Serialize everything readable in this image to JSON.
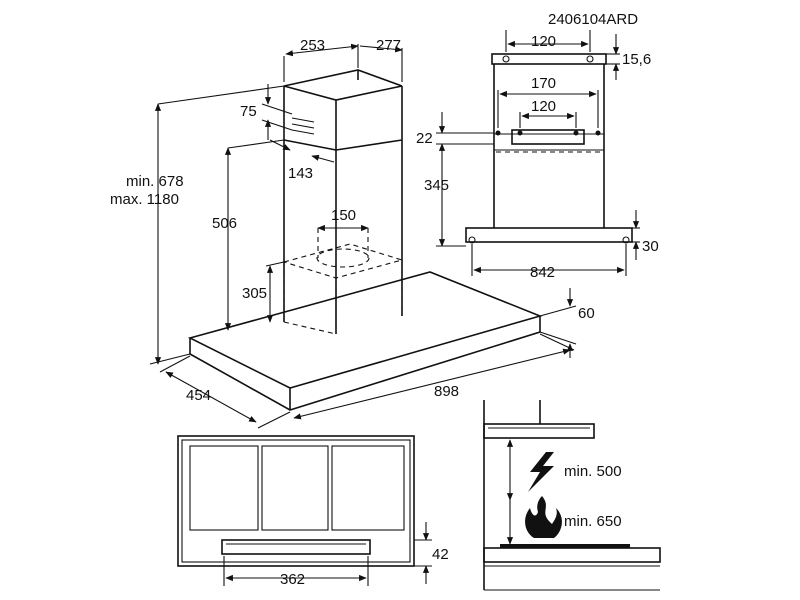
{
  "reference_code": "2406104ARD",
  "main_view": {
    "chimney_depth": "253",
    "chimney_width": "277",
    "vent_height": "75",
    "vent_offset": "143",
    "height_range_min": "min. 678",
    "height_range_max": "max. 1180",
    "inner_chimney_height": "506",
    "duct_diameter": "150",
    "filter_box_height": "305",
    "canopy_thickness": "60",
    "canopy_depth": "454",
    "canopy_width": "898"
  },
  "bracket_view": {
    "top_hole_spacing": "120",
    "top_hole_offset": "15,6",
    "outer_hole_spacing": "170",
    "inner_hole_spacing": "120",
    "bracket_offset": "22",
    "bracket_drop": "345",
    "hole_offset_right": "30",
    "mount_width": "842"
  },
  "bottom_view": {
    "filter_panel_height": "42",
    "filter_panel_width": "362"
  },
  "clearance_view": {
    "electric_hob_clearance": "min. 500",
    "gas_hob_clearance": "min. 650"
  },
  "icons": {
    "electric": "lightning-icon",
    "gas": "flame-icon"
  }
}
